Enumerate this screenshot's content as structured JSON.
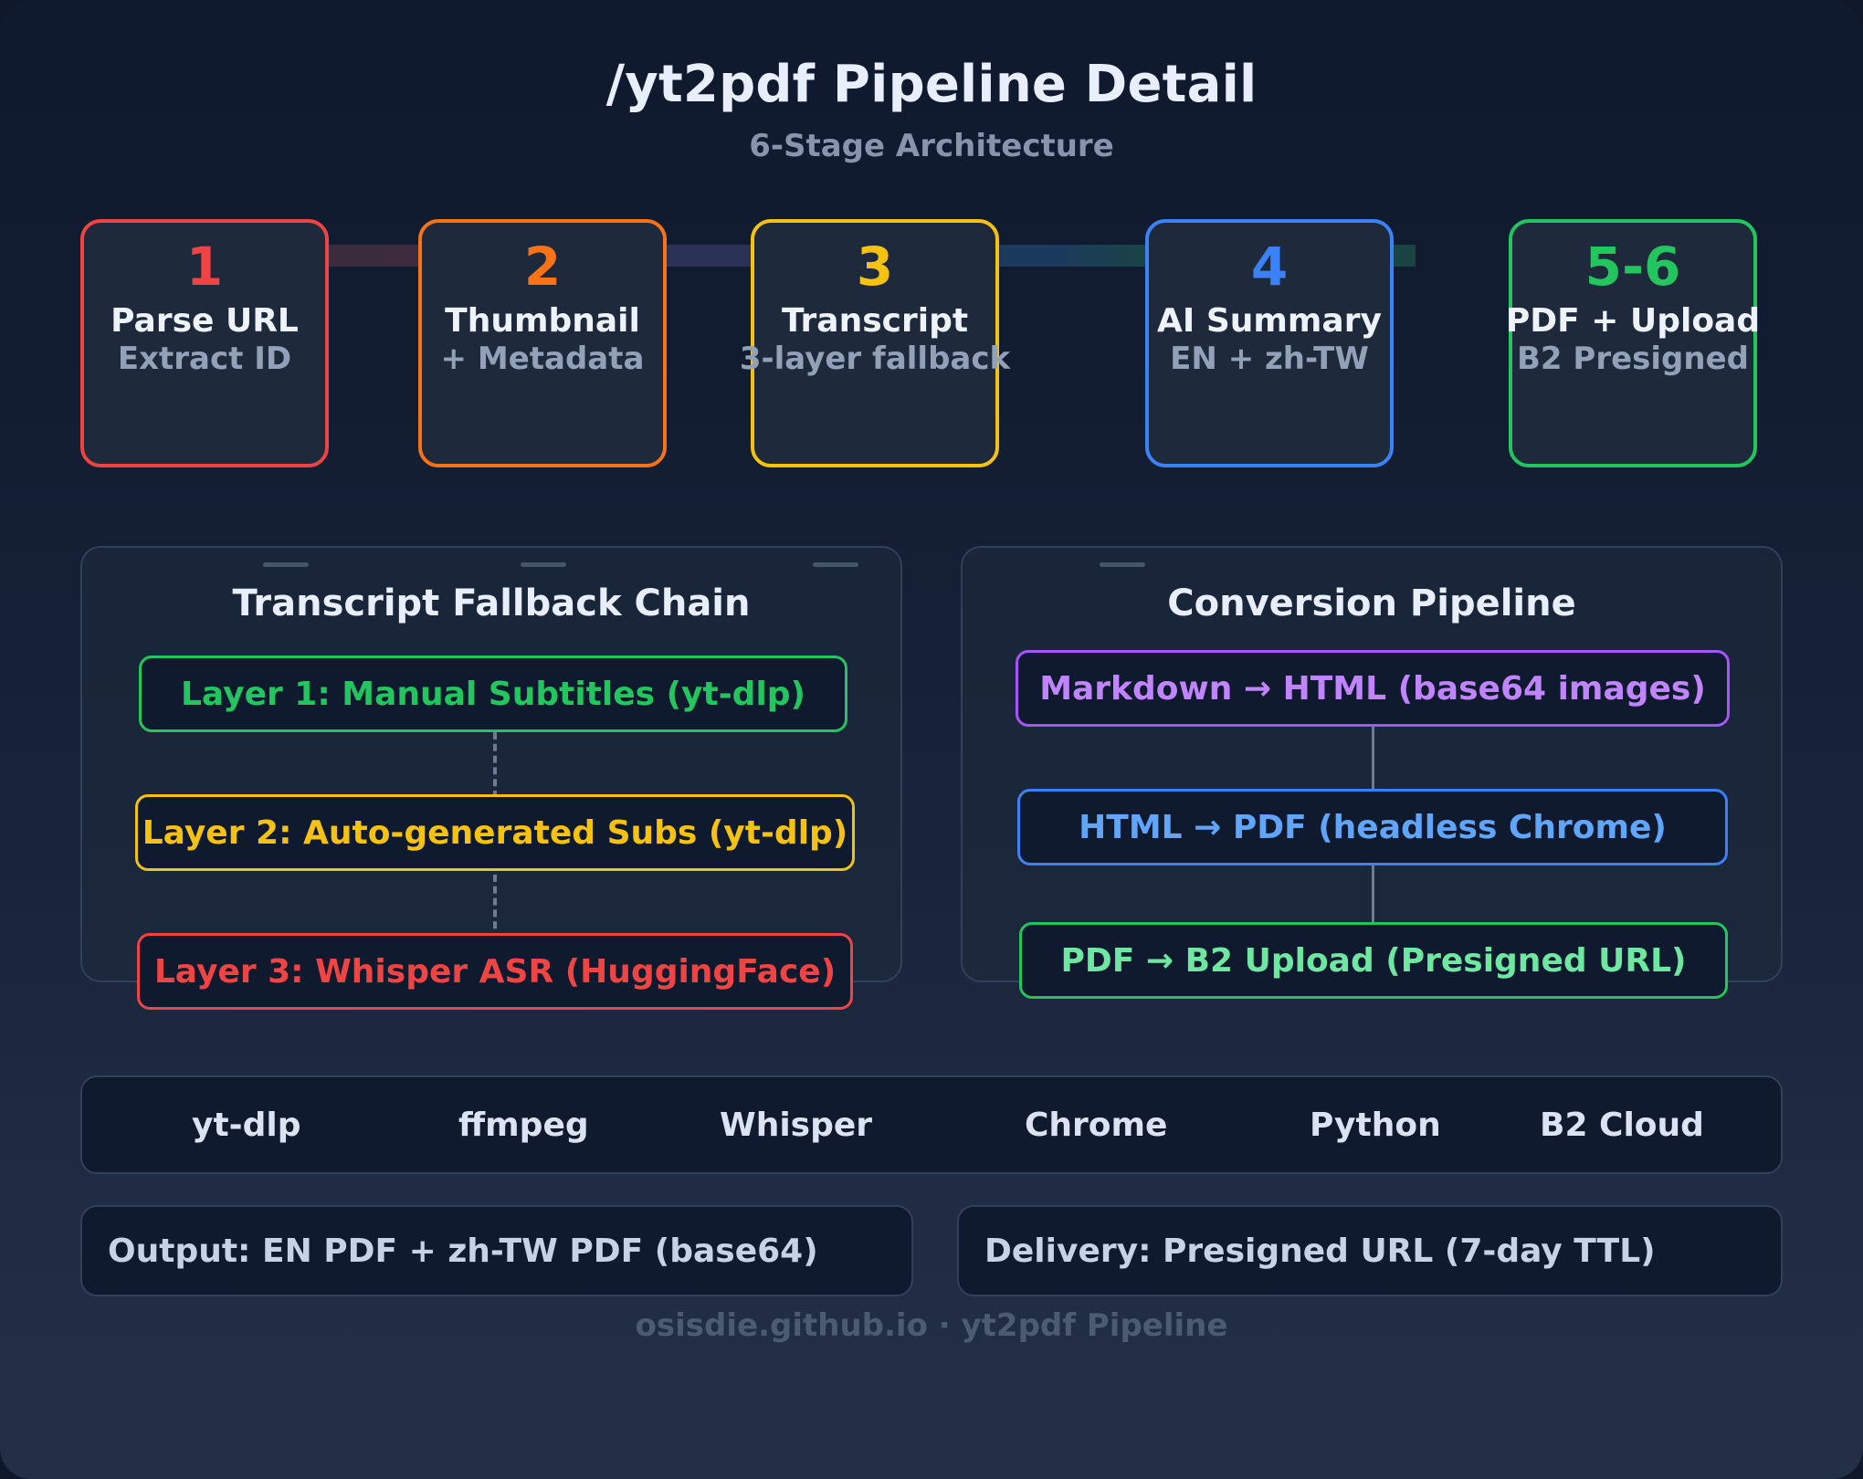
{
  "header": {
    "title": "/yt2pdf Pipeline Detail",
    "subtitle": "6-Stage Architecture"
  },
  "stages": [
    {
      "num": "1",
      "label": "Parse URL",
      "sub": "Extract ID",
      "color": "#ef4444"
    },
    {
      "num": "2",
      "label": "Thumbnail",
      "sub": "+ Metadata",
      "color": "#f97316"
    },
    {
      "num": "3",
      "label": "Transcript",
      "sub": "3-layer fallback",
      "color": "#f5c211"
    },
    {
      "num": "4",
      "label": "AI Summary",
      "sub": "EN + zh-TW",
      "color": "#3b82f6"
    },
    {
      "num": "5-6",
      "label": "PDF + Upload",
      "sub": "B2 Presigned",
      "color": "#22c55e"
    }
  ],
  "fallback_panel": {
    "title": "Transcript Fallback Chain",
    "items": [
      {
        "label": "Layer 1: Manual Subtitles (yt-dlp)",
        "color": "#22c55e"
      },
      {
        "label": "Layer 2: Auto-generated Subs (yt-dlp)",
        "color": "#f5c211"
      },
      {
        "label": "Layer 3: Whisper ASR (HuggingFace)",
        "color": "#ef4444"
      }
    ]
  },
  "conversion_panel": {
    "title": "Conversion Pipeline",
    "items": [
      {
        "label": "Markdown → HTML (base64 images)",
        "color": "#c084fc"
      },
      {
        "label": "HTML → PDF (headless Chrome)",
        "color": "#60a5fa"
      },
      {
        "label": "PDF → B2 Upload (Presigned URL)",
        "color": "#6ee7a0"
      }
    ]
  },
  "tech_stack": [
    "yt-dlp",
    "ffmpeg",
    "Whisper",
    "Chrome",
    "Python",
    "B2 Cloud"
  ],
  "bottom": {
    "output": "Output: EN PDF + zh-TW PDF (base64)",
    "delivery": "Delivery: Presigned URL (7-day TTL)"
  },
  "footer": "osisdie.github.io · yt2pdf Pipeline",
  "colors": {
    "page_bg_top": "#101a2e",
    "page_bg_bottom": "#232f46",
    "panel_border": "#33405a",
    "chip_bg": "#101a2e",
    "connector": "#7b8aa3",
    "muted_text": "#93a1b8",
    "footer_text": "#4c5a72"
  }
}
